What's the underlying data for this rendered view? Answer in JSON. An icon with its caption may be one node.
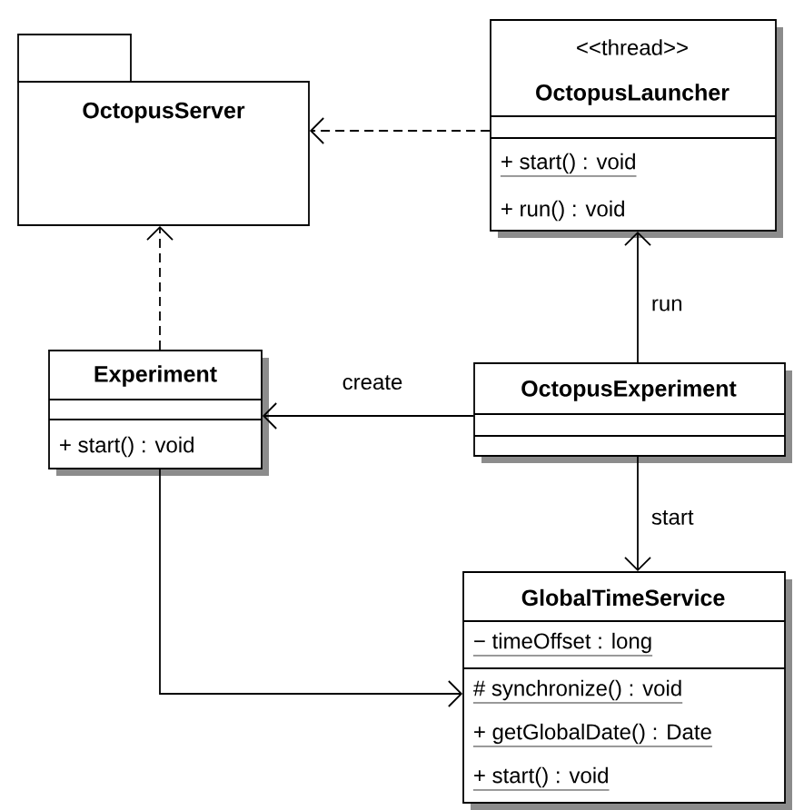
{
  "diagram": {
    "nodes": [
      {
        "text": [
          "OctopusServer"
        ]
      },
      {
        "text": [
          "<<thread>>",
          "OctopusLauncher",
          "+ start() : void",
          "+ run() : void"
        ]
      },
      {
        "text": [
          "Experiment",
          "+ start() : void"
        ]
      },
      {
        "text": [
          "OctopusExperiment"
        ]
      },
      {
        "text": [
          "GlobalTimeService",
          "− timeOffset : long",
          "# synchronize() : void",
          "+ getGlobalDate() : Date",
          "+ start() : void"
        ]
      }
    ],
    "edges": [
      {
        "from": 1,
        "to": 0,
        "arrow": "to",
        "style": "dashed"
      },
      {
        "from": 2,
        "to": 0,
        "arrow": "to",
        "style": "dashed"
      },
      {
        "from": 3,
        "to": 2,
        "arrow": "to",
        "label": "create"
      },
      {
        "from": 3,
        "to": 1,
        "arrow": "to",
        "label": "run"
      },
      {
        "from": 3,
        "to": 4,
        "arrow": "to",
        "label": "start"
      },
      {
        "from": 2,
        "to": 4,
        "arrow": "to"
      }
    ]
  }
}
